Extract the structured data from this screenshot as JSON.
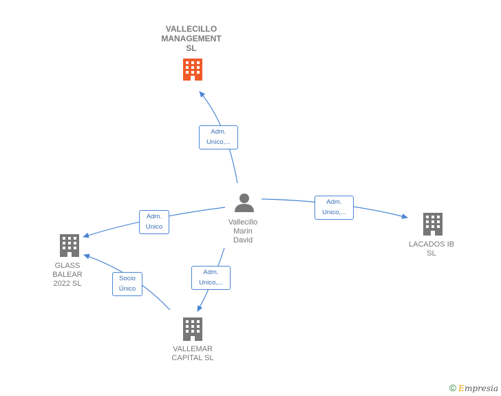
{
  "nodes": {
    "main": {
      "label": [
        "VALLECILLO",
        "MANAGEMENT",
        "SL"
      ],
      "color": "#f05a28"
    },
    "person": {
      "label": [
        "Vallecillo",
        "Marin",
        "David"
      ],
      "color": "#777777"
    },
    "lacados": {
      "label": [
        "LACADOS IB",
        "SL"
      ],
      "color": "#777777"
    },
    "glass": {
      "label": [
        "GLASS",
        "BALEAR",
        "2022  SL"
      ],
      "color": "#777777"
    },
    "vallemar": {
      "label": [
        "VALLEMAR",
        "CAPITAL  SL"
      ],
      "color": "#777777"
    }
  },
  "edges": {
    "to_main": [
      "Adm.",
      "Unico,..."
    ],
    "to_lacados": [
      "Adm.",
      "Unico,..."
    ],
    "to_glass": [
      "Adm.",
      "Unico"
    ],
    "to_vallemar": [
      "Adm.",
      "Unico,..."
    ],
    "vallemar_glass": [
      "Socio",
      "Único"
    ]
  },
  "colors": {
    "edge": "#4a86d4",
    "company": "#777777",
    "highlight": "#f05a28"
  },
  "footer": {
    "copyright": "©",
    "brand_first": "E",
    "brand_rest": "mpresia"
  }
}
